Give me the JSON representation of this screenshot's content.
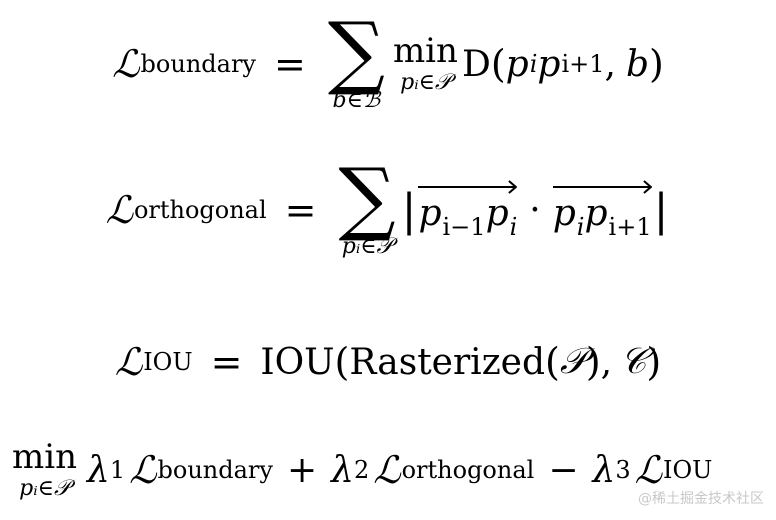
{
  "eq1": {
    "lhs_symbol": "ℒ",
    "lhs_sub": "boundary",
    "rel": "=",
    "sum_symbol": "∑",
    "sum_limit": "b∈ℬ",
    "min_word": "min",
    "min_limit": "pᵢ∈𝒫",
    "func": "D",
    "open_paren": "(",
    "arg1_p": "p",
    "arg1_i": "i",
    "arg2_p": "p",
    "arg2_i": "i+1",
    "comma": ",",
    "arg3": "b",
    "close_paren": ")"
  },
  "eq2": {
    "lhs_symbol": "ℒ",
    "lhs_sub": "orthogonal",
    "rel": "=",
    "sum_symbol": "∑",
    "sum_limit": "pᵢ∈𝒫",
    "bar_left": "|",
    "v1_p1": "p",
    "v1_s1": "i−1",
    "v1_p2": "p",
    "v1_s2": "i",
    "dot": "·",
    "v2_p1": "p",
    "v2_s1": "i",
    "v2_p2": "p",
    "v2_s2": "i+1",
    "bar_right": "|"
  },
  "eq3": {
    "lhs_symbol": "ℒ",
    "lhs_sub": "IOU",
    "rel": "=",
    "func": "IOU",
    "open_paren": "(",
    "inner_func": "Rasterized",
    "inner_open": "(",
    "inner_arg": "𝒫",
    "inner_close": ")",
    "comma": ",",
    "arg2": "𝒞",
    "close_paren": ")"
  },
  "eq4": {
    "min_word": "min",
    "min_limit": "pᵢ∈𝒫",
    "lam1": "λ",
    "lam1_sub": "1",
    "term1_symbol": "ℒ",
    "term1_sub": "boundary",
    "plus": "+",
    "lam2": "λ",
    "lam2_sub": "2",
    "term2_symbol": "ℒ",
    "term2_sub": "orthogonal",
    "minus": "−",
    "lam3": "λ",
    "lam3_sub": "3",
    "term3_symbol": "ℒ",
    "term3_sub": "IOU"
  },
  "watermark": "@稀土掘金技术社区"
}
